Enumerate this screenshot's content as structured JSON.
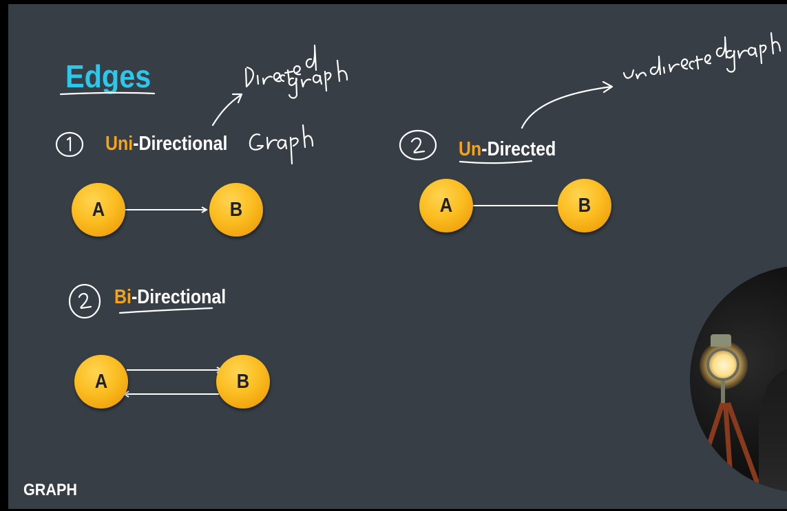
{
  "slide": {
    "title": "Edges",
    "footer": "GRAPH",
    "section1": {
      "accent": "Uni",
      "rest": "-Directional"
    },
    "section2": {
      "accent": "Un",
      "rest": "-Directed"
    },
    "section3": {
      "accent": "Bi",
      "rest": "-Directional"
    }
  },
  "nodes": {
    "n1a": "A",
    "n1b": "B",
    "n2a": "A",
    "n2b": "B",
    "n3a": "A",
    "n3b": "B"
  },
  "colors": {
    "title": "#2ec7ec",
    "accent": "#f5a31a",
    "background": "#373e45",
    "node": "#fbbd22",
    "edge": "#ffffff"
  }
}
